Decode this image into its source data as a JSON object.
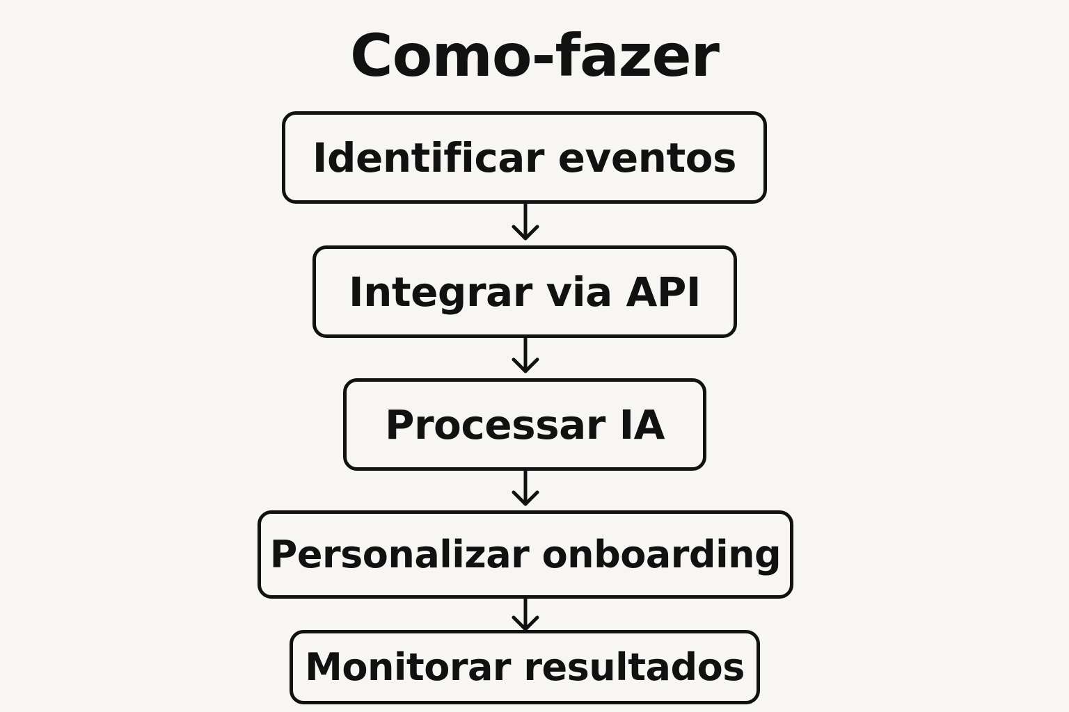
{
  "diagram": {
    "title": "Como-fazer",
    "steps": [
      {
        "label": "Identificar eventos"
      },
      {
        "label": "Integrar via API"
      },
      {
        "label": "Processar IA"
      },
      {
        "label": "Personalizar onboarding"
      },
      {
        "label": "Monitorar resultados"
      }
    ],
    "colors": {
      "background": "#f7f6f3",
      "ink": "#111111"
    }
  }
}
